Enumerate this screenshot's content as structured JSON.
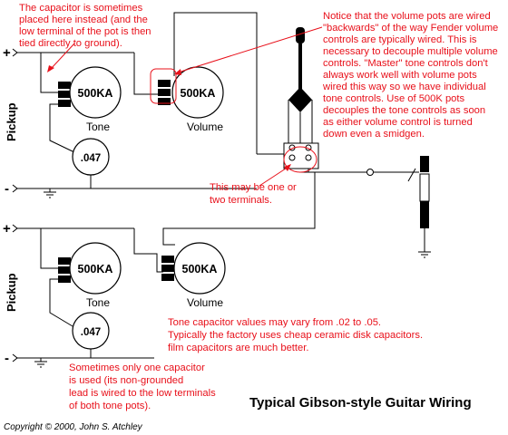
{
  "title": "Typical Gibson-style Guitar Wiring",
  "copyright": "Copyright © 2000, John S. Atchley",
  "pickup_label": "Pickup",
  "plus_sign": "+",
  "minus_sign": "-",
  "pots": [
    {
      "value": "500KA",
      "label": "Tone"
    },
    {
      "value": "500KA",
      "label": "Volume"
    },
    {
      "value": "500KA",
      "label": "Tone"
    },
    {
      "value": "500KA",
      "label": "Volume"
    }
  ],
  "capacitors": [
    {
      "value": ".047"
    },
    {
      "value": ".047"
    }
  ],
  "notes": {
    "capacitor_placement": [
      "The capacitor is sometimes",
      "placed here instead (and the",
      "low terminal of the pot is then",
      "tied directly to ground)."
    ],
    "volume_wiring": [
      "Notice that the volume pots are wired",
      "\"backwards\" of the way Fender volume",
      "controls are typically wired.  This is",
      "necessary to decouple multiple volume",
      "controls.  \"Master\" tone controls don't",
      "always work well with volume pots",
      "wired this way so we have individual",
      "tone controls.  Use of 500K pots",
      "decouples the tone controls as soon",
      "as either volume control is turned",
      "down even a smidgen."
    ],
    "terminals": [
      "This may be one or",
      "two terminals."
    ],
    "cap_values": [
      "Tone capacitor values may vary from .02 to .05.",
      "Typically the factory uses cheap ceramic disk capacitors.",
      " film capacitors are much better."
    ],
    "one_capacitor": [
      "Sometimes only one capacitor",
      "is used (its non-grounded",
      "lead is wired to the low terminals",
      "of both tone pots)."
    ]
  },
  "colors": {
    "annotation": "#e8101a",
    "wire": "#000000",
    "background": "#ffffff"
  }
}
